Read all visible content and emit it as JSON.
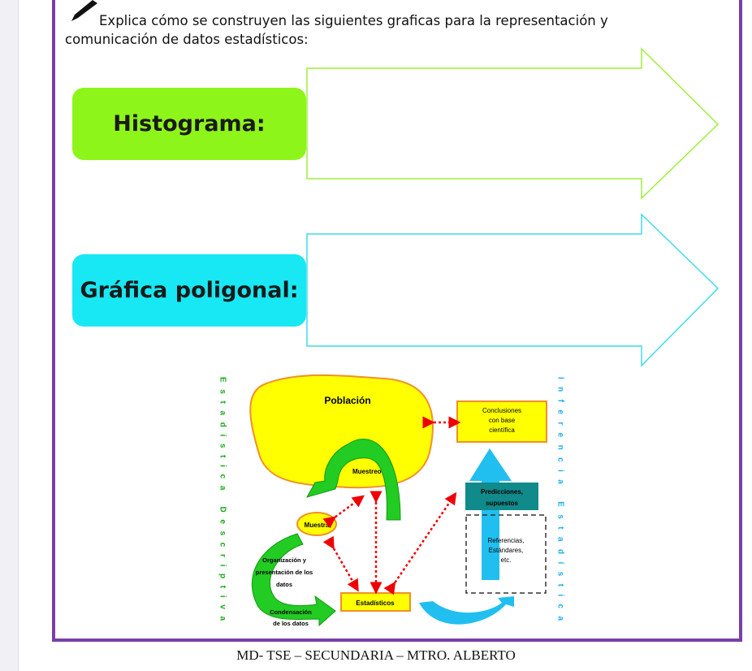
{
  "instruction": "Explica cómo se construyen las siguientes graficas para la representación y comunicación de datos estadísticos:",
  "items": [
    {
      "label": "Histograma:"
    },
    {
      "label": "Gráfica poligonal:"
    }
  ],
  "diagram": {
    "poblacion": "Población",
    "conclusiones": [
      "Conclusiones",
      "con base",
      "científica"
    ],
    "muestreo": "Muestreo",
    "muestra": "Muestra",
    "predicciones": [
      "Predicciones,",
      "supuestos"
    ],
    "referencias": [
      "Referencias,",
      "Estándares,",
      "etc."
    ],
    "organizacion": [
      "Organización y",
      "presentación de los",
      "datos"
    ],
    "estadisticos": "Estadísticos",
    "condensacion": [
      "Condensación",
      "de los datos"
    ],
    "left_vertical": "Estadística Descriptiva",
    "right_vertical": "Inferencia Estadística"
  },
  "footer": "MD- TSE – SECUNDARIA – MTRO. ALBERTO",
  "colors": {
    "frame": "#7a3fa8",
    "green": "#8ef51a",
    "cyan": "#18e8f4"
  }
}
